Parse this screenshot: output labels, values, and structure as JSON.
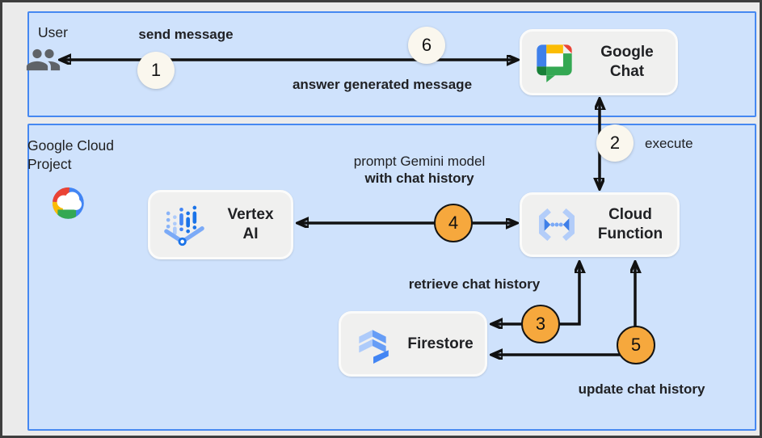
{
  "lanes": {
    "user": {
      "label": "User"
    },
    "gcp": {
      "label": "Google Cloud Project"
    }
  },
  "nodes": {
    "google_chat": {
      "label": "Google Chat"
    },
    "vertex_ai": {
      "label": "Vertex AI"
    },
    "cloud_function": {
      "label": "Cloud Function"
    },
    "firestore": {
      "label": "Firestore"
    }
  },
  "labels": {
    "send_message": "send message",
    "answer": "answer generated message",
    "execute": "execute",
    "prompt_line1": "prompt Gemini model",
    "prompt_line2": "with chat history",
    "retrieve": "retrieve chat history",
    "update": "update chat history"
  },
  "steps": {
    "s1": "1",
    "s2": "2",
    "s3": "3",
    "s4": "4",
    "s5": "5",
    "s6": "6"
  },
  "icons": {
    "user": "users-icon",
    "google_cloud": "google-cloud-logo-icon",
    "google_chat": "google-chat-icon",
    "vertex_ai": "vertex-ai-icon",
    "cloud_function": "cloud-function-icon",
    "firestore": "firestore-icon"
  },
  "colors": {
    "lane_fill": "#cfe2fc",
    "lane_border": "#4688f1",
    "node_fill": "#f0f0ef",
    "node_border": "#fbfbfa",
    "step_neutral": "#faf7ee",
    "step_orange": "#f6a83d",
    "arrow": "#111111",
    "text": "#202124",
    "frame_bg": "#ebebeb",
    "frame_border": "#3e3e3e",
    "google_blue": "#4285f4",
    "google_red": "#ea4335",
    "google_yellow": "#fbbc04",
    "google_green": "#34a853"
  }
}
